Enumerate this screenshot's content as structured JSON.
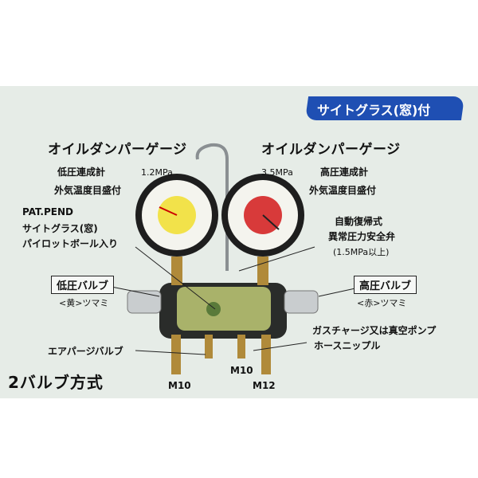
{
  "banner": {
    "text": "サイトグラス(窓)付"
  },
  "left_gauge": {
    "heading": "オイルダンパーゲージ",
    "name": "低圧連成計",
    "scale": "1.2MPa",
    "note": "外気温度目盛付",
    "face_color": "#f2e24a"
  },
  "right_gauge": {
    "heading": "オイルダンパーゲージ",
    "scale": "3.5MPa",
    "name": "高圧連成計",
    "note": "外気温度目盛付",
    "face_color": "#d83a3a"
  },
  "sight_glass_note": {
    "line1": "PAT.PEND",
    "line2": "サイトグラス(窓)",
    "line3": "パイロットボール入り"
  },
  "safety_valve_note": {
    "line1": "自動復帰式",
    "line2": "異常圧力安全弁",
    "line3": "(1.5MPa以上)"
  },
  "low_valve": {
    "label": "低圧バルブ",
    "knob": "<黄>ツマミ"
  },
  "high_valve": {
    "label": "高圧バルブ",
    "knob": "<赤>ツマミ"
  },
  "air_purge": "エアパージバルブ",
  "gas_charge": {
    "line1": "ガスチャージ又は真空ポンプ",
    "line2": "ホースニップル"
  },
  "fittings": {
    "m10_center": "M10",
    "m12": "M12",
    "m10_left": "M10"
  },
  "title": "2バルブ方式"
}
